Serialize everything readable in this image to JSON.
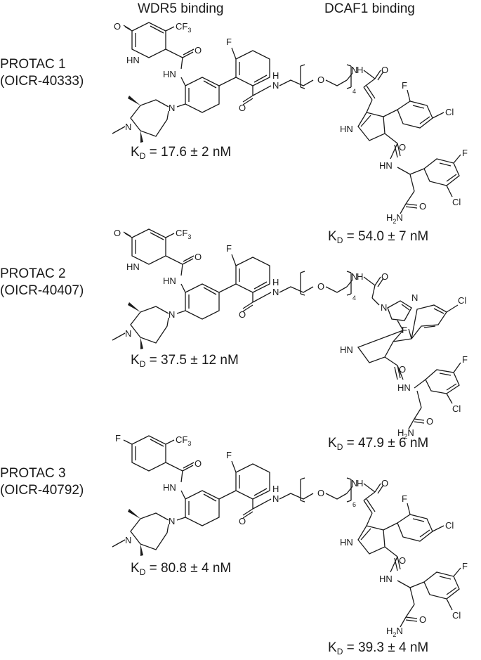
{
  "headers": {
    "left": "WDR5 binding",
    "right": "DCAF1 binding"
  },
  "protacs": [
    {
      "name": "PROTAC 1",
      "id": "(OICR-40333)",
      "kd_wdr5": " = 17.6 ± 2 nM",
      "kd_dcaf1": " = 54.0 ± 7 nM",
      "linker_repeat": "4"
    },
    {
      "name": "PROTAC 2",
      "id": "(OICR-40407)",
      "kd_wdr5": " = 37.5 ± 12 nM",
      "kd_dcaf1": " = 47.9 ± 6 nM",
      "linker_repeat": "4"
    },
    {
      "name": "PROTAC 3",
      "id": "(OICR-40792)",
      "kd_wdr5": " = 80.8 ± 4 nM",
      "kd_dcaf1": " = 39.3 ± 4 nM",
      "linker_repeat": "6"
    }
  ],
  "kd": {
    "symbol": "K",
    "subscript": "D"
  },
  "atoms": {
    "cf3": "CF",
    "cf3_sub": "3",
    "o": "O",
    "hn": "HN",
    "nh": "NH",
    "n": "N",
    "h": "H",
    "f": "F",
    "cl": "Cl",
    "h2n": "H",
    "h2n_sub": "2",
    "h2n_n": "N"
  }
}
